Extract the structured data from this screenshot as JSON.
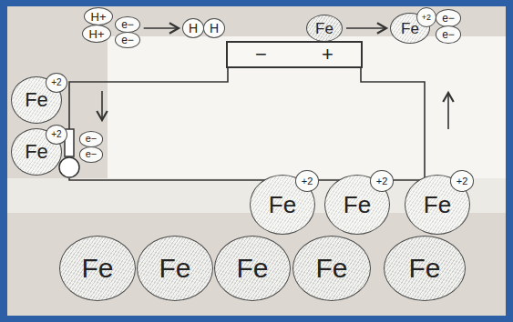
{
  "diagram": {
    "nodes": [
      {
        "text": [
          "H+"
        ]
      },
      {
        "text": [
          "e−"
        ]
      },
      {
        "text": [
          "H+"
        ]
      },
      {
        "text": [
          "e−"
        ]
      },
      {
        "text": [
          "H"
        ]
      },
      {
        "text": [
          "H"
        ]
      },
      {
        "text": [
          "Fe"
        ]
      },
      {
        "text": [
          "Fe"
        ]
      },
      {
        "text": [
          "+2"
        ],
        "in": 7
      },
      {
        "text": [
          "e−"
        ]
      },
      {
        "text": [
          "e−"
        ]
      },
      {
        "text": [
          "−",
          "+"
        ]
      },
      {
        "text": [
          "Fe"
        ]
      },
      {
        "text": [
          "+2"
        ],
        "in": 12
      },
      {
        "text": [
          "e−"
        ]
      },
      {
        "text": [
          "e−"
        ]
      },
      {
        "text": [
          "Fe"
        ]
      },
      {
        "text": [
          "+2"
        ],
        "in": 16
      },
      {
        "text": [
          "Fe"
        ]
      },
      {
        "text": [
          "+2"
        ],
        "in": 18
      },
      {
        "text": [
          "Fe"
        ]
      },
      {
        "text": [
          "+2"
        ],
        "in": 20
      },
      {
        "text": [
          "Fe"
        ]
      },
      {
        "text": [
          "+2"
        ],
        "in": 22
      },
      {
        "text": [
          "Fe"
        ]
      },
      {
        "text": [
          "Fe"
        ]
      },
      {
        "text": [
          "Fe"
        ]
      },
      {
        "text": [
          "Fe"
        ]
      },
      {
        "text": [
          "Fe"
        ]
      }
    ],
    "edges": [
      {
        "from": 1,
        "to": 4,
        "arrow": "to"
      },
      {
        "from": 6,
        "to": 7,
        "arrow": "to"
      }
    ]
  }
}
